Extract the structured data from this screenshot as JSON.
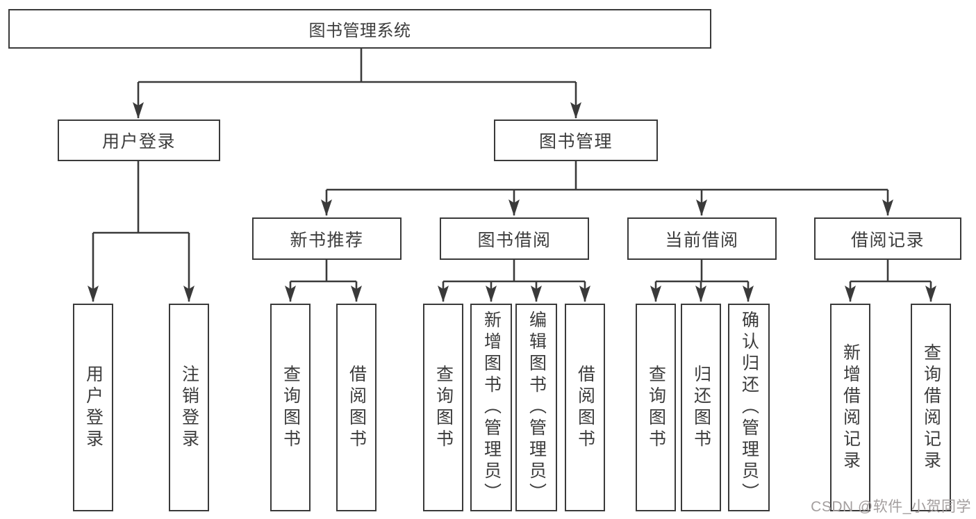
{
  "title": {
    "label": "图书管理系统"
  },
  "level2": [
    {
      "label": "用户登录"
    },
    {
      "label": "图书管理"
    }
  ],
  "level3": [
    {
      "label": "新书推荐"
    },
    {
      "label": "图书借阅"
    },
    {
      "label": "当前借阅"
    },
    {
      "label": "借阅记录"
    }
  ],
  "leaves": {
    "user_login": [
      {
        "label": "用户登录"
      },
      {
        "label": "注销登录"
      }
    ],
    "new_book": [
      {
        "label": "查询图书"
      },
      {
        "label": "借阅图书"
      }
    ],
    "book_borrow": [
      {
        "label": "查询图书"
      },
      {
        "label": "新增图书（管理员）"
      },
      {
        "label": "编辑图书（管理员）"
      },
      {
        "label": "借阅图书"
      }
    ],
    "current_borrow": [
      {
        "label": "查询图书"
      },
      {
        "label": "归还图书"
      },
      {
        "label": "确认归还（管理员）"
      }
    ],
    "borrow_record": [
      {
        "label": "新增借阅记录"
      },
      {
        "label": "查询借阅记录"
      }
    ]
  },
  "watermark": {
    "text": "CSDN @软件_小贺同学"
  },
  "colors": {
    "line": "#3a3a3a",
    "text": "#3c3c3c",
    "background": "#ffffff",
    "watermark": "#a39e9e"
  }
}
